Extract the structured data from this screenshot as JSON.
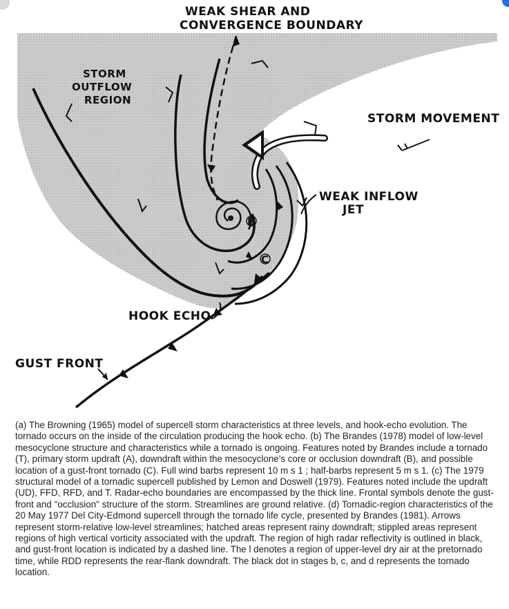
{
  "figure": {
    "labels": {
      "weak_shear_line1": "WEAK SHEAR AND",
      "weak_shear_line2": "CONVERGENCE BOUNDARY",
      "storm_outflow_line1": "STORM",
      "storm_outflow_line2": "OUTFLOW",
      "storm_outflow_line3": "REGION",
      "storm_movement": "STORM MOVEMENT",
      "weak_inflow_line1": "WEAK INFLOW",
      "weak_inflow_line2": "JET",
      "hook_echo": "HOOK ECHO",
      "gust_front": "GUST FRONT",
      "point_b": "B",
      "point_c": "C"
    },
    "colors": {
      "stipple": "#c9c9c9",
      "ink": "#111111"
    }
  },
  "caption": {
    "text": "(a) The Browning (1965) model of supercell storm characteristics at three levels, and hook-echo evolution. The tornado occurs on the inside of the circulation producing the hook echo. (b) The Brandes (1978) model of low-level mesocyclone structure and characteristics while a tornado is ongoing. Features noted by Brandes include a tornado (T), primary storm updraft (A), downdraft within the mesocyclone's core or occlusion downdraft (B), and possible location of a gust-front tornado (C). Full wind barbs represent 10 m s 1 ; half-barbs represent 5 m s 1. (c) The 1979 structural model of a tornadic supercell published by Lemon and Doswell (1979). Features noted include the updraft (UD), FFD, RFD, and T. Radar-echo boundaries are encompassed by the thick line. Frontal symbols denote the gust-front and \"occlusion\" structure of the storm. Streamlines are ground relative. (d) Tornadic-region characteristics of the 20 May 1977 Del City-Edmond supercell through the tornado life cycle, presented by Brandes (1981). Arrows represent storm-relative low-level streamlines; hatched areas represent rainy downdraft; stippled areas represent regions of high vertical vorticity associated with the updraft. The region of high radar reflectivity is outlined in black, and gust-front location is indicated by a dashed line. The l denotes a region of upper-level dry air at the pretornado time, while RDD represents the rear-flank downdraft. The black dot in stages b, c, and d represents the tornado location."
  }
}
